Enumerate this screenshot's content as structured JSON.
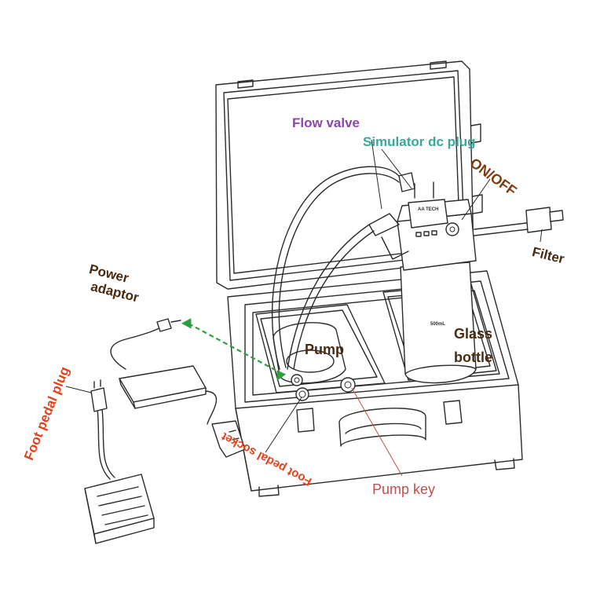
{
  "labels": {
    "flow_valve": "Flow valve",
    "simulator_dc_plug": "Simulator dc plug",
    "on_off": "ON/OFF",
    "filter": "Filter",
    "power_adaptor_line1": "Power",
    "power_adaptor_line2": "adaptor",
    "pump": "Pump",
    "glass_bottle_line1": "Glass",
    "glass_bottle_line2": "bottle",
    "foot_pedal_plug": "Foot pedal plug",
    "foot_pedal_socket": "Foot pedal socket",
    "pump_key": "Pump key"
  },
  "device_text": {
    "controller_brand": "AA TECH",
    "bottle_volume": "500mL"
  },
  "colors": {
    "flow_valve": "#8e44ad",
    "simulator_dc_plug": "#3aa89a",
    "on_off": "#7a3d12",
    "filter": "#4a2a10",
    "power_adaptor": "#4a2a10",
    "pump": "#4a2a10",
    "glass_bottle": "#4a2a10",
    "foot_pedal_plug": "#e8401c",
    "foot_pedal_socket": "#e8401c",
    "pump_key": "#c0504d",
    "connection_arrow": "#2e9e3e",
    "line_art": "#2b2b2b"
  }
}
